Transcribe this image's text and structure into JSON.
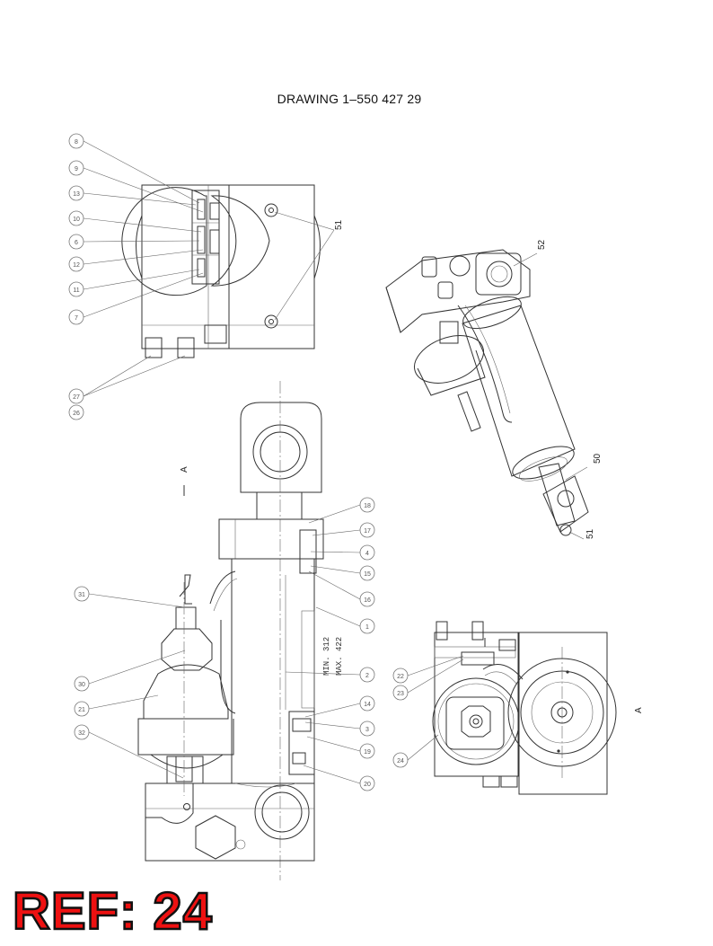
{
  "title": "DRAWING 1–550 427 29",
  "ref_label": "REF: 24",
  "stroke_mins": "MIN. 312",
  "stroke_max": "MAX. 422",
  "section_marker": "A",
  "view_marker": "A",
  "top_view_balloons": [
    "8",
    "9",
    "13",
    "10",
    "6",
    "12",
    "11",
    "7",
    "26",
    "27"
  ],
  "callouts": {
    "fifty_one_top": "51",
    "fifty_two": "52",
    "fifty": "50",
    "fifty_one_iso": "51"
  },
  "side_view_balloons_right": [
    "18",
    "17",
    "4",
    "15",
    "16",
    "1",
    "2",
    "14",
    "3",
    "19",
    "20"
  ],
  "side_view_balloons_left": [
    "31",
    "30",
    "21",
    "32"
  ],
  "end_view_balloons": [
    "22",
    "23",
    "24"
  ],
  "colors": {
    "ink": "#333333",
    "stamp_red": "#ee1111",
    "stamp_outline": "#111111"
  }
}
